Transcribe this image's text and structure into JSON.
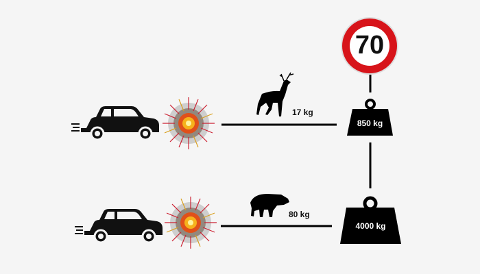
{
  "speed_sign": {
    "value": "70",
    "ring_color": "#d7141a"
  },
  "rows": [
    {
      "animal": "deer",
      "animal_weight": "17 kg",
      "car_weight": "850 kg"
    },
    {
      "animal": "wild-boar",
      "animal_weight": "80 kg",
      "car_weight": "4000 kg"
    }
  ],
  "icons": [
    "car-icon",
    "explosion-icon",
    "deer-icon",
    "boar-icon",
    "weight-icon",
    "speed-limit-sign-icon"
  ]
}
